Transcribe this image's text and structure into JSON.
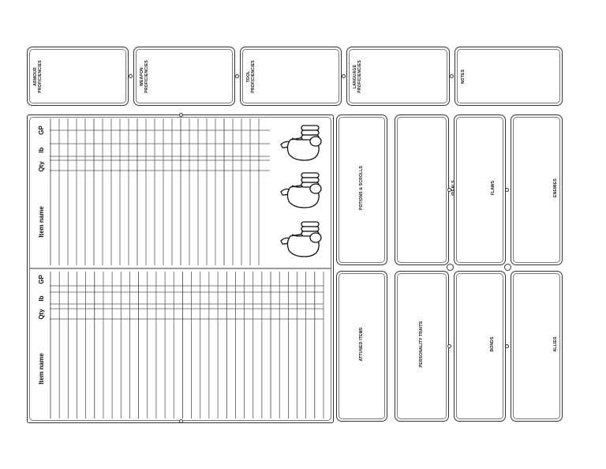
{
  "top_boxes": [
    {
      "label": "ARMOUR\nPROFICIENCIES"
    },
    {
      "label": "WEAPON\nPROFICIENCIES"
    },
    {
      "label": "TOOL\nPROFICIENCIES"
    },
    {
      "label": "LANGUAGE\nPROFICIENCIES"
    },
    {
      "label": "NOTES"
    }
  ],
  "inventory": {
    "top_columns": {
      "gp": "GP",
      "lb": "lb",
      "qty": "Qty",
      "item": "Item name"
    },
    "bottom_columns": {
      "gp": "GP",
      "lb": "lb",
      "qty": "Qty",
      "item": "Item name"
    },
    "coin_pouch_icons": [
      "coin-pouch",
      "coin-pouch",
      "coin-pouch"
    ]
  },
  "side_boxes": {
    "potions": "POTIONS & SCROLLS",
    "attuned": "ATTUNED ITEMS",
    "ideals": "IDEALS",
    "personality": "PERSONALITY TRAITS",
    "flaws": "FLAWS",
    "bonds": "BONDS",
    "enemies": "ENEMIES",
    "allies": "ALLIES"
  }
}
